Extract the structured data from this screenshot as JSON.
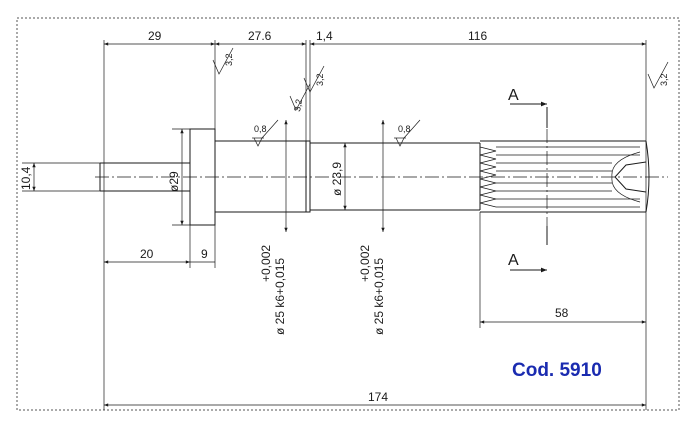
{
  "drawing": {
    "code_label": "Cod. 5910",
    "code_color": "#1a2bb0",
    "dimensions": {
      "d29": "29",
      "d27_6": "27.6",
      "d1_4": "1,4",
      "d116": "116",
      "d174": "174",
      "d20": "20",
      "d9": "9",
      "d58": "58",
      "d10_4": "10,4",
      "dia29": "ø29",
      "dia23_9": "ø 23,9"
    },
    "tolerances": {
      "t1_line1": "+0,002",
      "t1_line2": "ø 25 k6+0,015",
      "t2_line1": "+0,002",
      "t2_line2": "ø 25 k6+0,015"
    },
    "roughness": {
      "r1": "3,2",
      "r2": "3,2",
      "r3": "3,2",
      "r4": "3,2",
      "r5": "0,8",
      "r6": "0,8"
    },
    "section": {
      "top": "A",
      "bottom": "A"
    }
  }
}
